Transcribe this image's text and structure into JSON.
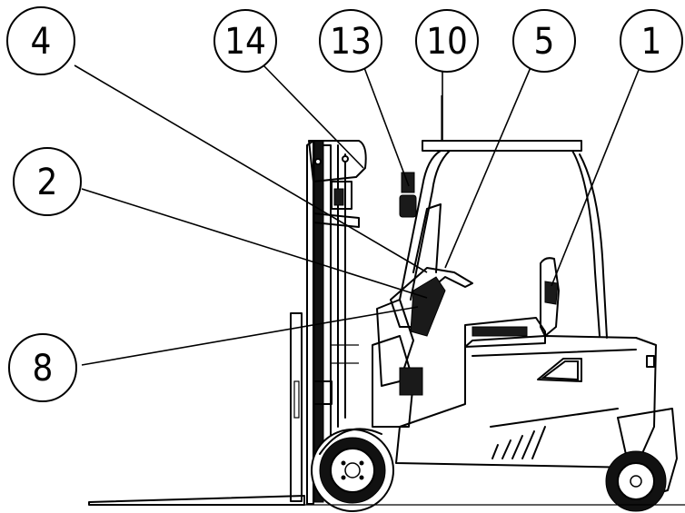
{
  "callouts": [
    {
      "id": "c4",
      "label": "4"
    },
    {
      "id": "c14",
      "label": "14"
    },
    {
      "id": "c13",
      "label": "13"
    },
    {
      "id": "c10",
      "label": "10"
    },
    {
      "id": "c5",
      "label": "5"
    },
    {
      "id": "c1",
      "label": "1"
    },
    {
      "id": "c2",
      "label": "2"
    },
    {
      "id": "c8",
      "label": "8"
    }
  ],
  "colors": {
    "line": "#000000",
    "background": "#ffffff"
  }
}
